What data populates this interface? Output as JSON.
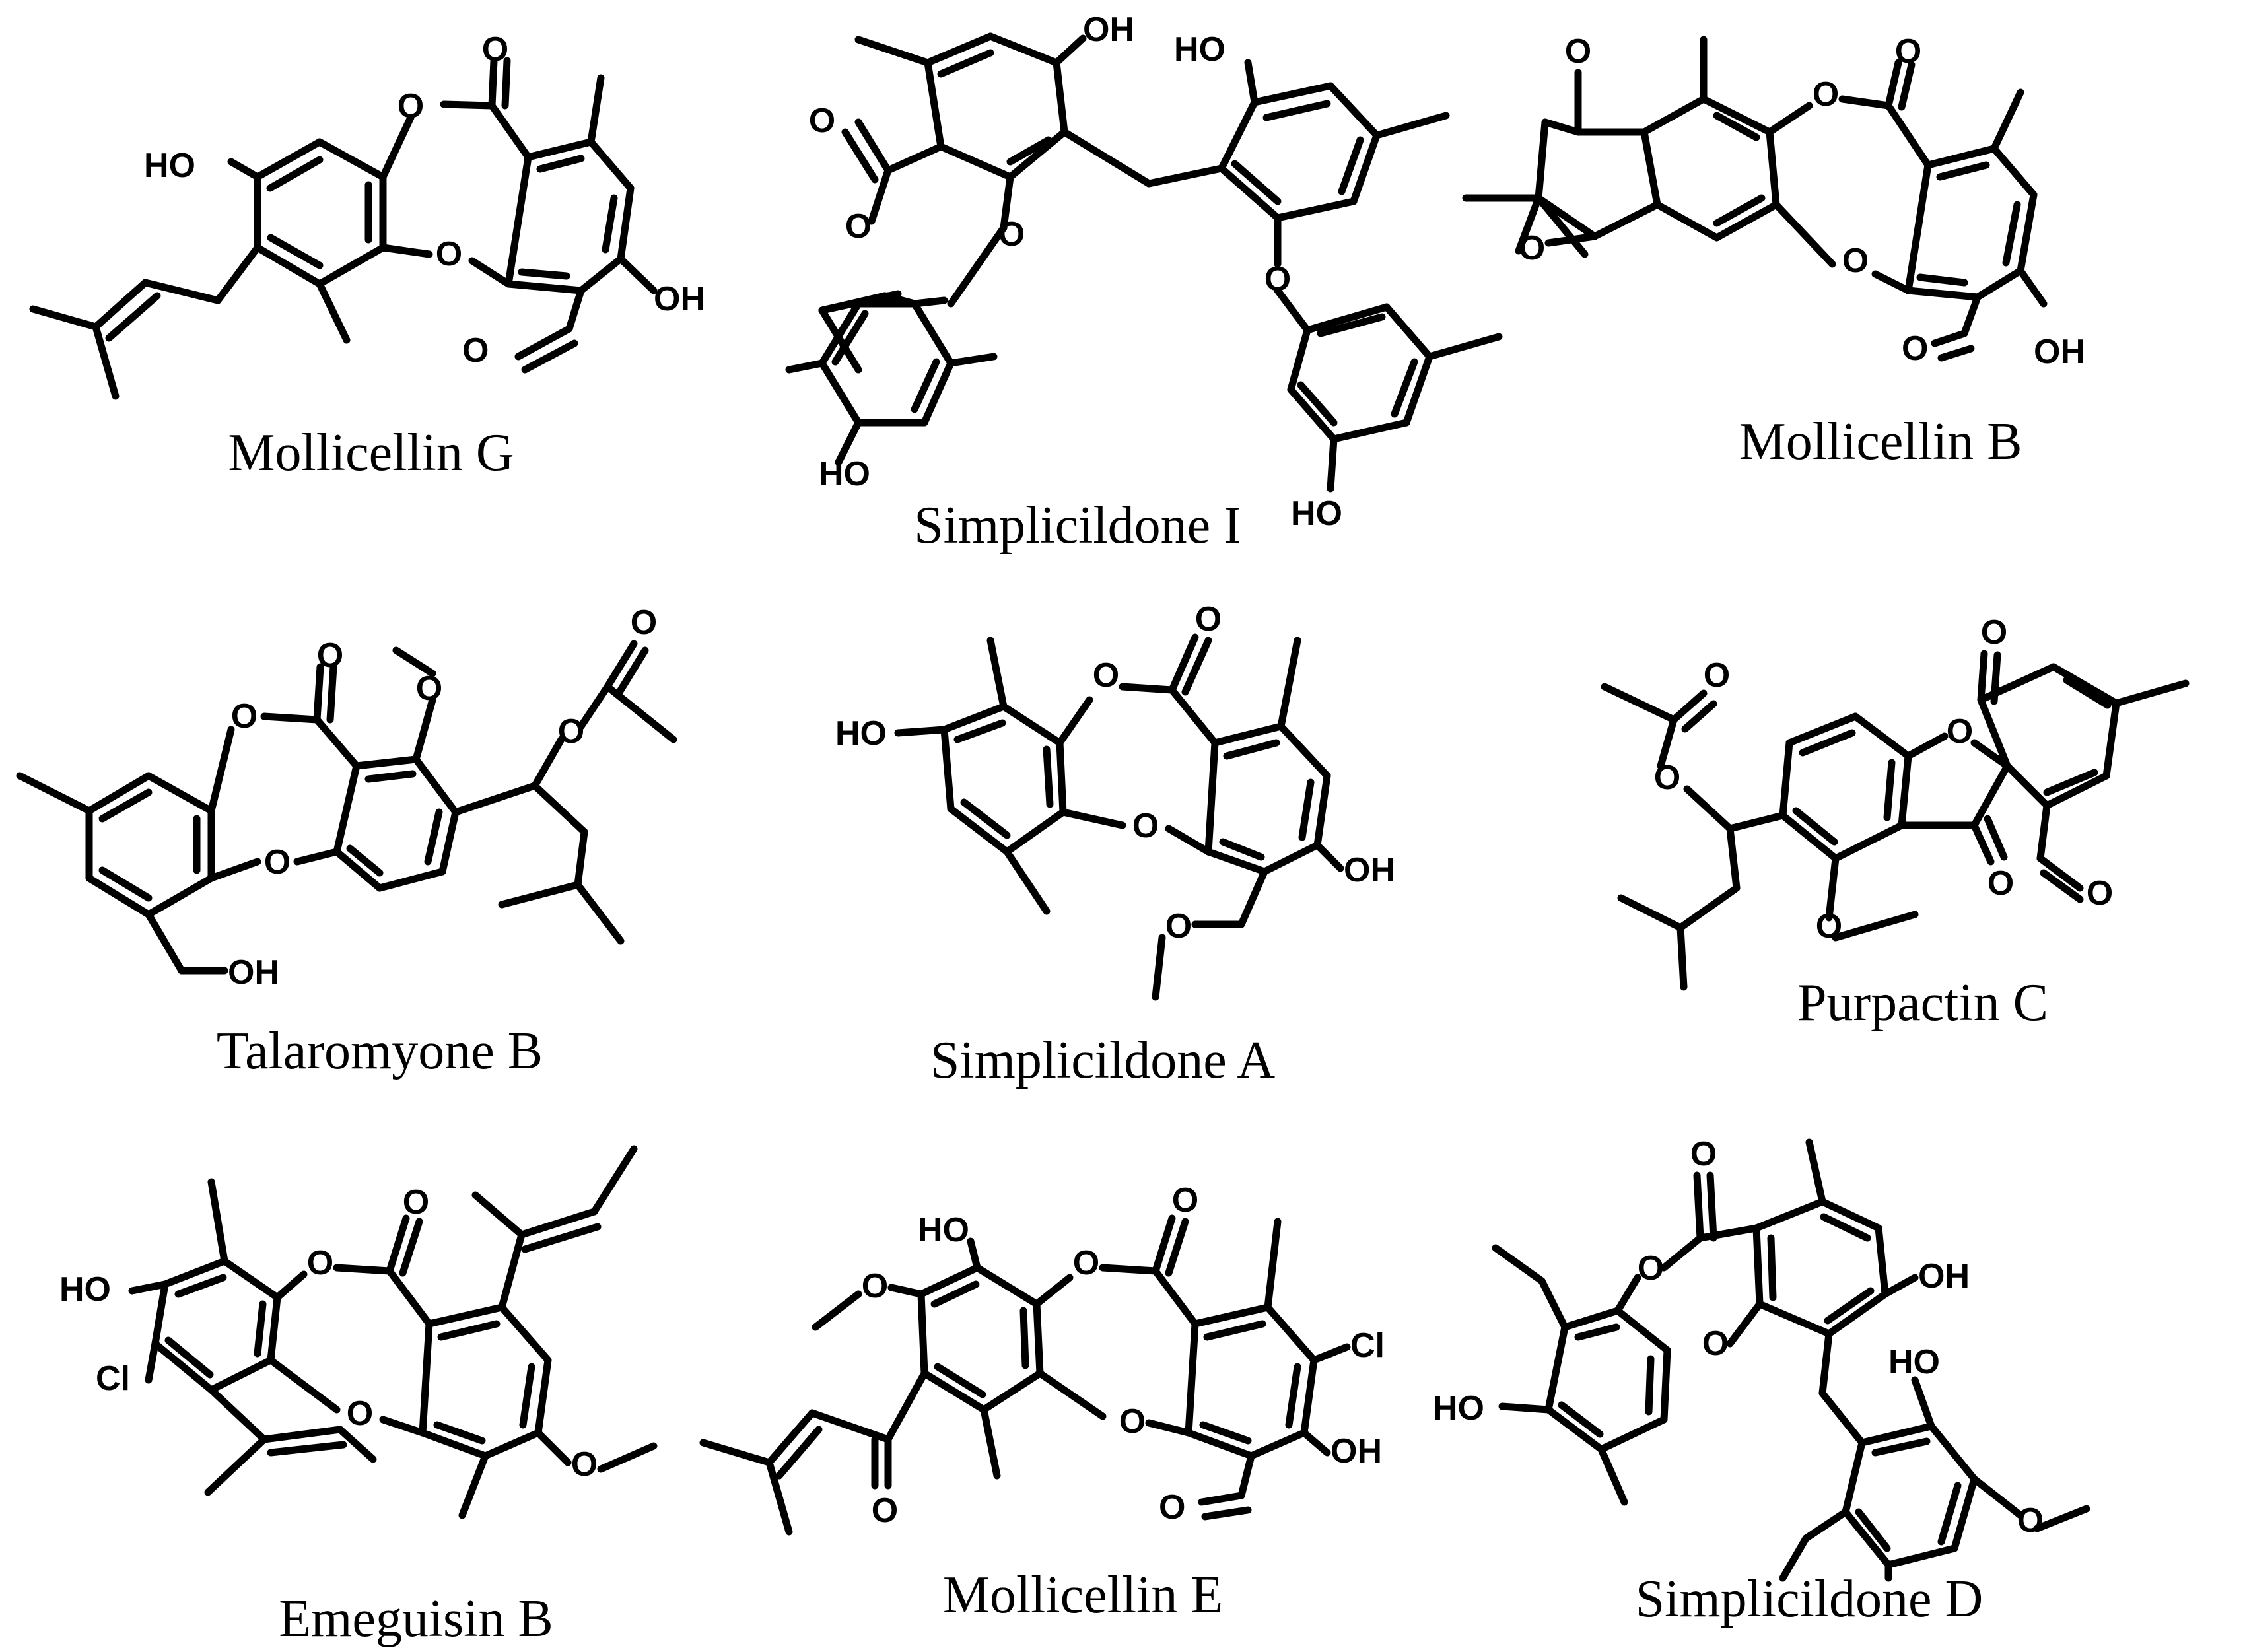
{
  "figure": {
    "compounds": [
      {
        "name": "Mollicellin G",
        "atoms": {
          "o1": "O",
          "o2": "O",
          "o3": "O",
          "oh1": "HO",
          "oh2": "OH",
          "o4": "O"
        }
      },
      {
        "name": "Simplicildone I",
        "atoms": {
          "o1": "O",
          "o2": "O",
          "o3": "O",
          "oh1": "OH",
          "oh2": "HO",
          "oh3": "HO",
          "o4": "O",
          "oh4": "HO"
        }
      },
      {
        "name": "Mollicellin B",
        "atoms": {
          "o1": "O",
          "o2": "O",
          "o3": "O",
          "o4": "O",
          "o5": "O",
          "o6": "O",
          "oh1": "OH"
        }
      },
      {
        "name": "Talaromyone B",
        "atoms": {
          "o1": "O",
          "o2": "O",
          "o3": "O",
          "o4": "O",
          "o5": "O",
          "o6": "O",
          "oh1": "OH"
        }
      },
      {
        "name": "Simplicildone A",
        "atoms": {
          "o1": "O",
          "o2": "O",
          "o3": "O",
          "oh1": "HO",
          "oh2": "OH",
          "o4": "O"
        }
      },
      {
        "name": "Purpactin C",
        "atoms": {
          "o1": "O",
          "o2": "O",
          "o3": "O",
          "o4": "O",
          "o5": "O",
          "o6": "O",
          "o7": "O"
        }
      },
      {
        "name": "Emeguisin B",
        "atoms": {
          "o1": "O",
          "o2": "O",
          "o3": "O",
          "oh1": "HO",
          "cl1": "Cl",
          "o4": "O"
        }
      },
      {
        "name": "Mollicellin E",
        "atoms": {
          "oh1": "HO",
          "o1": "O",
          "o2": "O",
          "o3": "O",
          "o4": "O",
          "cl1": "Cl",
          "oh2": "OH",
          "o5": "O",
          "o6": "O"
        }
      },
      {
        "name": "Simplicildone D",
        "atoms": {
          "o1": "O",
          "o2": "O",
          "o3": "O",
          "oh1": "OH",
          "oh2": "HO",
          "oh3": "HO",
          "o4": "O"
        }
      }
    ]
  }
}
